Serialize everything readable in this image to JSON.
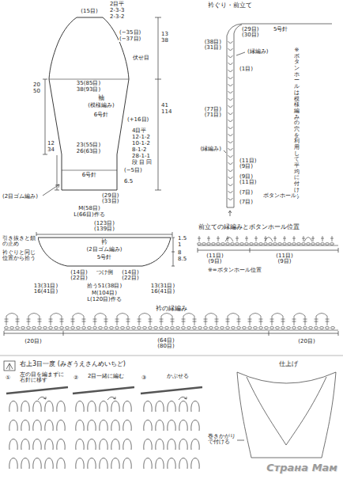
{
  "diagram": {
    "nodes": [
      {
        "text": [
          "袖",
          "(模様編み)",
          "6号針"
        ]
      },
      {
        "text": [
          "衿",
          "(2目ゴム編み)",
          "5号針"
        ]
      }
    ],
    "labels": [
      "(15目)",
      "2目平",
      "2-3-3",
      "2-3-2",
      "(−35目)",
      "(−37目)",
      "13",
      "38",
      "伏せ目",
      "35(85目)",
      "38(93目)",
      "20",
      "50",
      "41",
      "114",
      "(+16目)",
      "4目平",
      "12-1-2",
      "10-1-2",
      "8-1-2",
      "28-1-1",
      "段 目 回",
      "23(55目)",
      "26(63目)",
      "(−5目)",
      "12",
      "34",
      "6号針",
      "6.5",
      "(2目ゴム編み)",
      "(29目)",
      "(33目)",
      "M(58目)",
      "L(66目)作る",
      "衿ぐり・前立て",
      "(29目)",
      "(30目)",
      "5号針",
      "(38目)",
      "(31目)",
      "(縁編み)",
      "(1目)",
      "※ボタンホールは模様編みの穴を利用して平均に付ける",
      "(77目)",
      "(71目)",
      "(縁編み)",
      "(11目)",
      "(9目)",
      "(9目)",
      "(11目)",
      "ボタンホール",
      "(7目)",
      "(7目)",
      "前立ての縁編みとボタンホール位置",
      "(11目)",
      "(9目)",
      "(11目)",
      "(9目)",
      "※=ボタンホール位置",
      "(123目)",
      "(139目)",
      "引き抜きと鎖の止め",
      "衿ぐりと同じ位置から拾う",
      "1.5",
      "1",
      "8",
      "8.5",
      "(14目)",
      "(22目)",
      "つけ側",
      "(14目)",
      "(22目)",
      "13(31目)",
      "16(41目)",
      "拾う51(38目)",
      "13(31目)",
      "16(41目)",
      "M(104目)",
      "L(120目)作る",
      "衿の縁編み",
      "(20目)",
      "(64目)",
      "(80目)",
      "(20目)",
      "右上3目一度 (みぎうえさんめいちど)",
      "①",
      "左の目を編まずに右針に移す",
      "②",
      "2目一緒に編む",
      "③",
      "かぶせる",
      "仕上げ",
      "巻きかがりで付ける",
      "Страна Мам"
    ]
  }
}
